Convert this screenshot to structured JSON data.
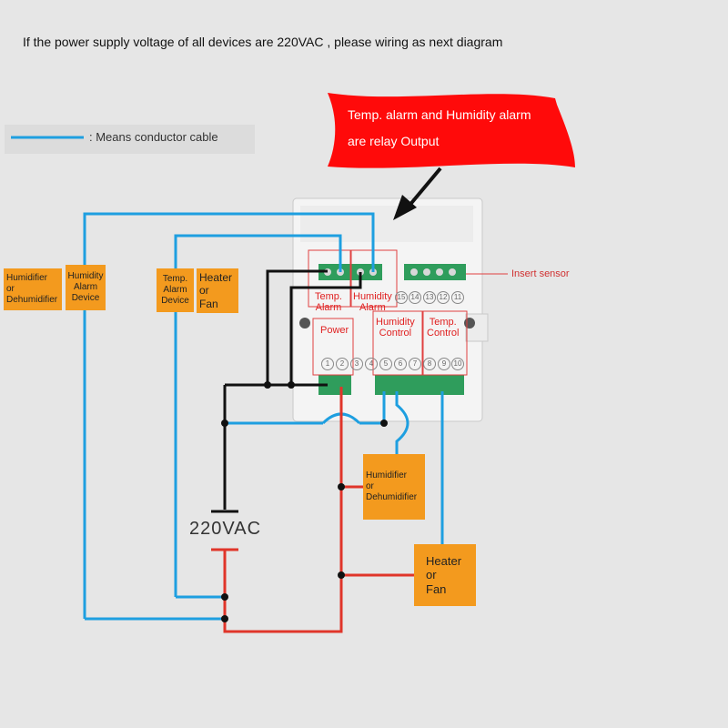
{
  "title": "If the power supply voltage of all devices are 220VAC , please wiring as next diagram",
  "legend": {
    "label": ": Means conductor cable",
    "color": "#1e9fe0"
  },
  "callout": {
    "line1": "Temp. alarm and Humidity alarm",
    "line2": "are relay Output",
    "color": "#ff0a0a"
  },
  "devices": {
    "hum_dehum_left": {
      "line1": "Humidifier",
      "line2": "or",
      "line3": "Dehumidifier"
    },
    "hum_alarm_device": {
      "line1": "Humidity",
      "line2": "Alarm",
      "line3": "Device"
    },
    "temp_alarm_device": {
      "line1": "Temp.",
      "line2": "Alarm",
      "line3": "Device"
    },
    "heater_fan_top": {
      "line1": "Heater",
      "line2": "or",
      "line3": "Fan"
    },
    "hum_dehum_mid": {
      "line1": "Humidifier",
      "line2": "or",
      "line3": "Dehumidifier"
    },
    "heater_fan_bottom": {
      "line1": "Heater",
      "line2": "or",
      "line3": "Fan"
    }
  },
  "terminals": {
    "temp_alarm": {
      "line1": "Temp.",
      "line2": "Alarm"
    },
    "hum_alarm": {
      "line1": "Humidity",
      "line2": "Alarm"
    },
    "power": "Power",
    "hum_control": {
      "line1": "Humidity",
      "line2": "Control"
    },
    "temp_control": {
      "line1": "Temp.",
      "line2": "Control"
    },
    "insert_sensor": "Insert sensor",
    "pins_top": [
      "15",
      "14",
      "13",
      "12",
      "11"
    ],
    "pins_bottom": [
      "1",
      "2",
      "3",
      "4",
      "5",
      "6",
      "7",
      "8",
      "9",
      "10"
    ]
  },
  "supply": {
    "label": "220VAC"
  },
  "colors": {
    "wire_blue": "#1e9fe0",
    "wire_red": "#e0352a",
    "wire_black": "#111111",
    "device_orange": "#f39a1e"
  }
}
